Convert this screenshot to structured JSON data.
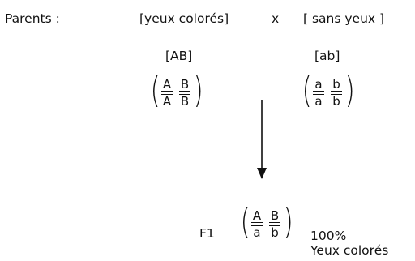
{
  "labels": {
    "parents": "Parents :",
    "parent1_phenotype": "[yeux  colorés]",
    "cross": "x",
    "parent2_phenotype": "[ sans yeux ]",
    "parent1_group": "[AB]",
    "parent2_group": "[ab]",
    "f1": "F1",
    "percent": "100%",
    "f1_phenotype": "Yeux colorés"
  },
  "genotypes": {
    "parent1": {
      "chrom1_top": "A",
      "chrom1_bottom": "A",
      "chrom2_top": "B",
      "chrom2_bottom": "B"
    },
    "parent2": {
      "chrom1_top": "a",
      "chrom1_bottom": "a",
      "chrom2_top": "b",
      "chrom2_bottom": "b"
    },
    "f1": {
      "chrom1_top": "A",
      "chrom1_bottom": "a",
      "chrom2_top": "B",
      "chrom2_bottom": "b"
    }
  }
}
